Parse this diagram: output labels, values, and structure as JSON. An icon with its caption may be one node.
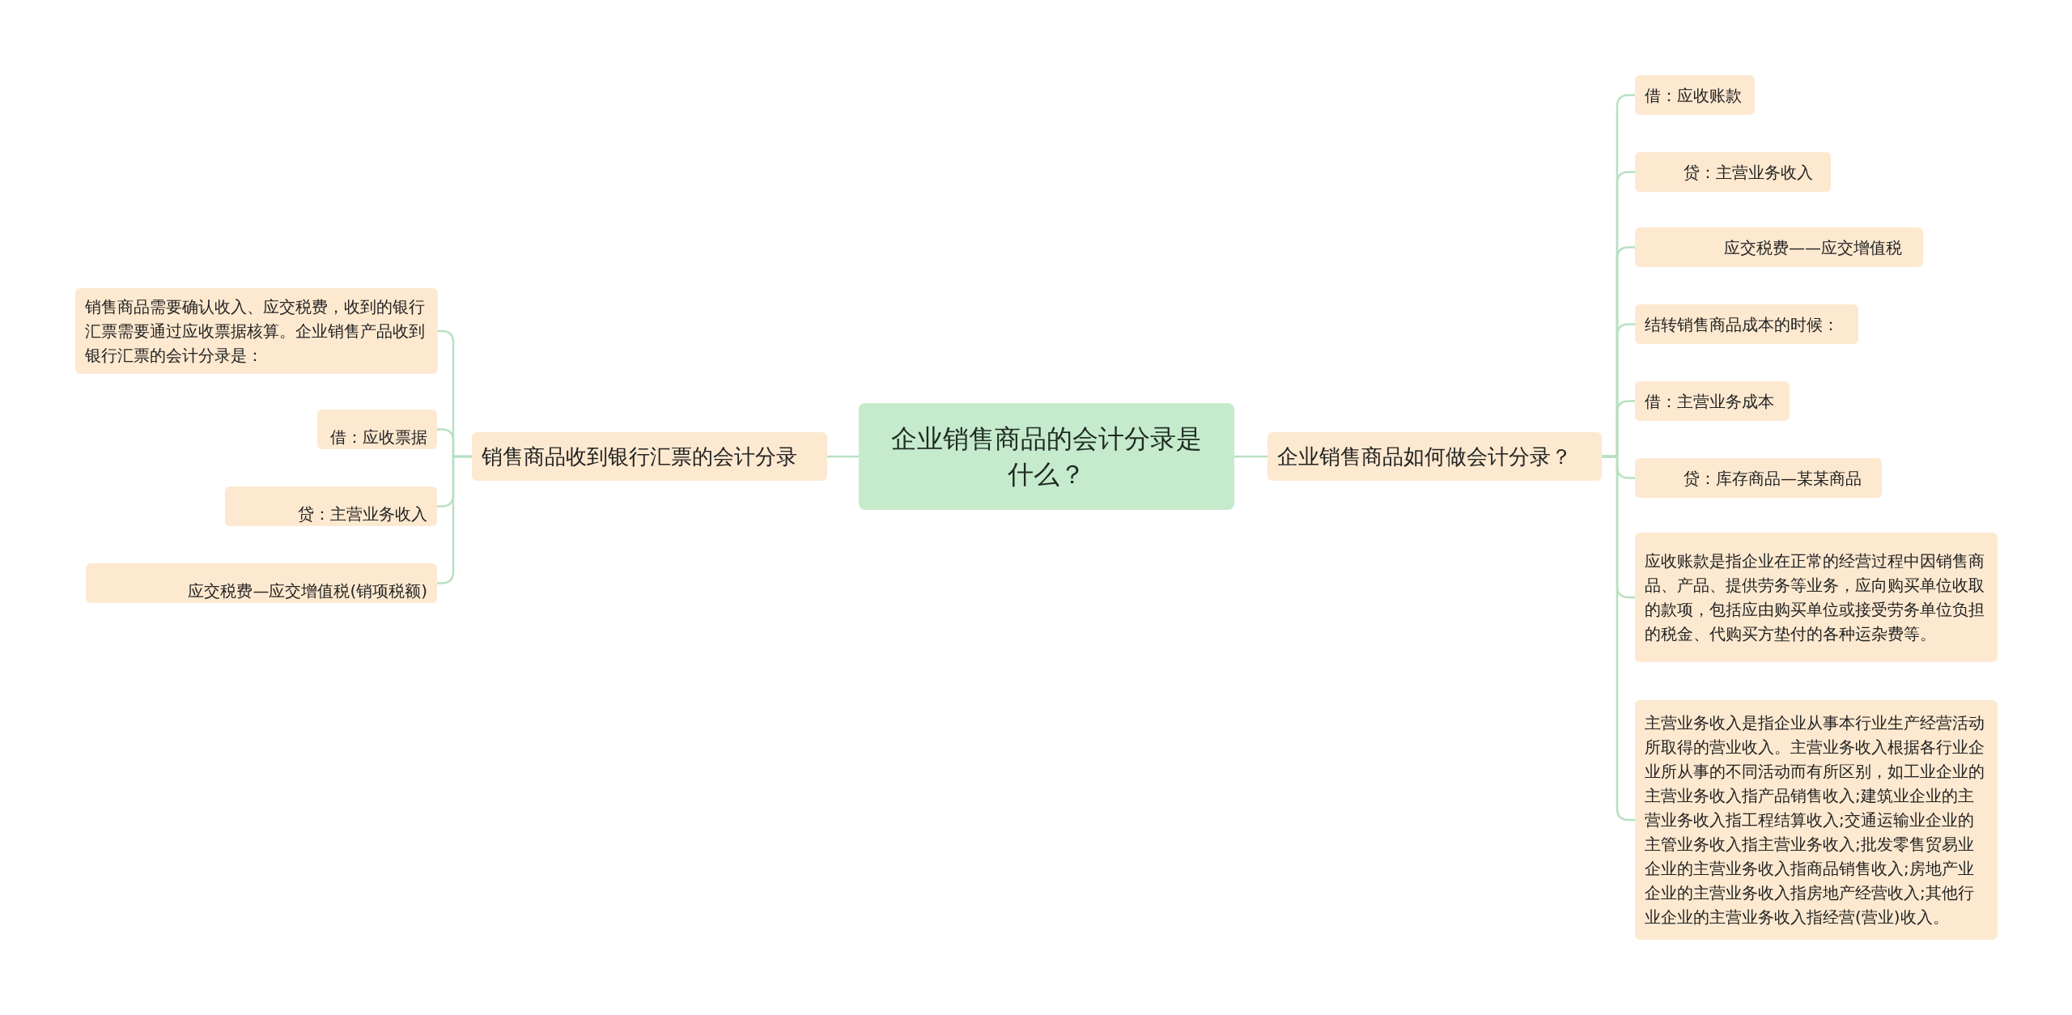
{
  "diagram": {
    "nodes": [
      {
        "text": [
          "企业销售商品的会计分录是什么？"
        ]
      },
      {
        "text": [
          "销售商品收到银行汇票的会计分录"
        ]
      },
      {
        "text": [
          "销售商品需要确认收入、应交税费，收到的银行汇票需要通过应收票据核算。企业销售产品收到银行汇票的会计分录是："
        ]
      },
      {
        "text": [
          "借：应收票据"
        ]
      },
      {
        "text": [
          "贷：主营业务收入"
        ]
      },
      {
        "text": [
          "应交税费—应交增值税(销项税额)"
        ]
      },
      {
        "text": [
          "企业销售商品如何做会计分录？"
        ]
      },
      {
        "text": [
          "借：应收账款"
        ]
      },
      {
        "text": [
          "贷：主营业务收入"
        ]
      },
      {
        "text": [
          "应交税费——应交增值税"
        ]
      },
      {
        "text": [
          "结转销售商品成本的时候："
        ]
      },
      {
        "text": [
          "借：主营业务成本"
        ]
      },
      {
        "text": [
          "贷：库存商品—某某商品"
        ]
      },
      {
        "text": [
          "应收账款是指企业在正常的经营过程中因销售商品、产品、提供劳务等业务，应向购买单位收取的款项，包括应由购买单位或接受劳务单位负担的税金、代购买方垫付的各种运杂费等。"
        ]
      },
      {
        "text": [
          "主营业务收入是指企业从事本行业生产经营活动所取得的营业收入。主营业务收入根据各行业企业所从事的不同活动而有所区别，如工业企业的主营业务收入指产品销售收入;建筑业企业的主营业务收入指工程结算收入;交通运输业企业的主管业务收入指主营业务收入;批发零售贸易业企业的主营业务收入指商品销售收入;房地产业企业的主营业务收入指房地产经营收入;其他行业企业的主营业务收入指经营(营业)收入。"
        ]
      }
    ],
    "edges": [
      {
        "from": 0,
        "to": 1,
        "arrow": "none"
      },
      {
        "from": 1,
        "to": 2,
        "arrow": "none"
      },
      {
        "from": 1,
        "to": 3,
        "arrow": "none"
      },
      {
        "from": 1,
        "to": 4,
        "arrow": "none"
      },
      {
        "from": 1,
        "to": 5,
        "arrow": "none"
      },
      {
        "from": 0,
        "to": 6,
        "arrow": "none"
      },
      {
        "from": 6,
        "to": 7,
        "arrow": "none"
      },
      {
        "from": 6,
        "to": 8,
        "arrow": "none"
      },
      {
        "from": 6,
        "to": 9,
        "arrow": "none"
      },
      {
        "from": 6,
        "to": 10,
        "arrow": "none"
      },
      {
        "from": 6,
        "to": 11,
        "arrow": "none"
      },
      {
        "from": 6,
        "to": 12,
        "arrow": "none"
      },
      {
        "from": 6,
        "to": 13,
        "arrow": "none"
      },
      {
        "from": 6,
        "to": 14,
        "arrow": "none"
      }
    ]
  }
}
